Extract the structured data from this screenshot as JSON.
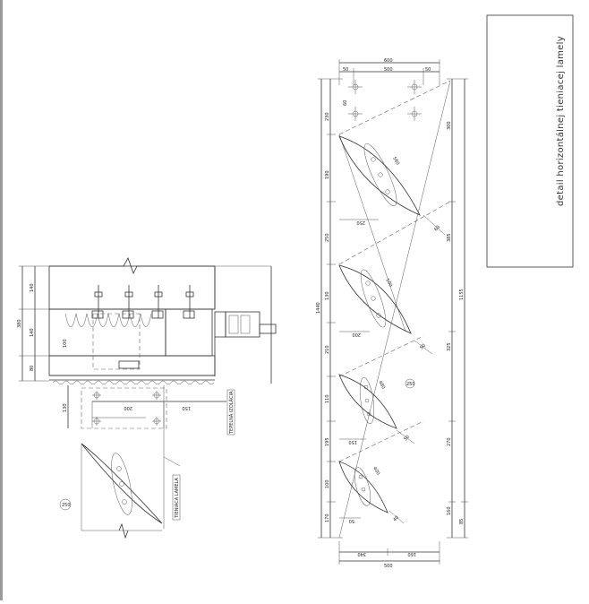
{
  "title_block": {
    "text": "detail horizontálnej tieniacej lamely"
  },
  "labels": {
    "profile_label": "TEPELNÁ IZOLÁCIA",
    "lamella_label": "TIENIACA LAMELA"
  },
  "left_dims": {
    "v_140": "140",
    "v_380": "380",
    "v_140b": "140",
    "v_100": "100",
    "v_80": "80",
    "v_130": "130",
    "h_150": "150",
    "h_200": "200",
    "c_250": "250"
  },
  "right_dims": {
    "top_600": "600",
    "top_50a": "50",
    "top_500": "500",
    "top_50b": "50",
    "side_60": "60",
    "l_230": "230",
    "l_190": "190",
    "l_250": "250",
    "l_130": "130",
    "l_210": "210",
    "l_110": "110",
    "l_195": "195",
    "l_100": "100",
    "l_170": "170",
    "total_1440": "1440",
    "r_300": "300",
    "r_385": "385",
    "r_1155": "1155",
    "r_325": "325",
    "r_270": "270",
    "r_160": "160",
    "r_85": "85",
    "h_250": "250",
    "h_200": "200",
    "h_150": "150",
    "h_50": "50",
    "a_60": "60",
    "a_50a": "50",
    "a_50b": "50",
    "a_40": "40",
    "d_560": "560",
    "d_500": "500",
    "d_480": "480",
    "d_400": "400",
    "d_250": "250",
    "b_340": "340",
    "b_160": "160",
    "b_500": "500"
  }
}
